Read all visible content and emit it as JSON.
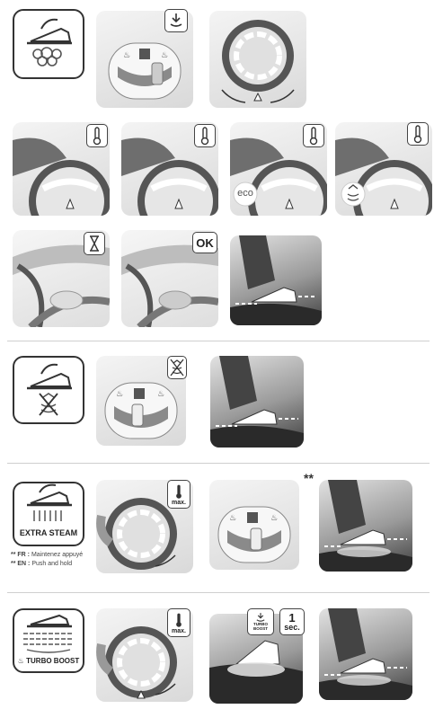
{
  "labels": {
    "ok": "OK",
    "eco": "eco",
    "max": "max.",
    "extra_steam": "EXTRA STEAM",
    "double_star": "**",
    "note_fr_prefix": "** FR :",
    "note_fr": "Maintenez appuyé",
    "note_en_prefix": "** EN :",
    "note_en": "Push and hold",
    "turbo_boost": "TURBO BOOST",
    "turbo_boost_small": "TURBO BOOST",
    "one": "1",
    "sec": "sec."
  },
  "icons": {
    "steam": "steam-iron-icon",
    "thermometer": "thermometer-icon",
    "hourglass": "hourglass-icon",
    "no_steam": "no-steam-icon",
    "steam_boost": "steam-boost-icon"
  }
}
